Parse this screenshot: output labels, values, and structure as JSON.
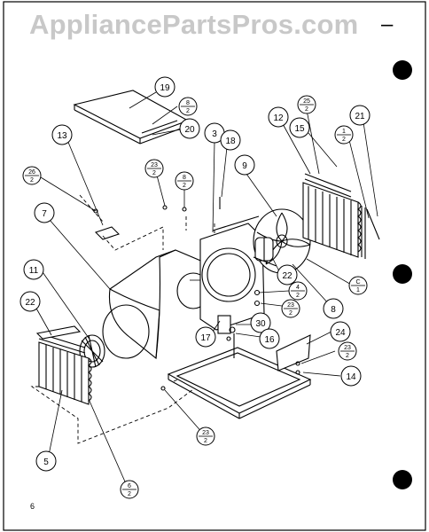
{
  "watermark": "AppliancePartsPros.com",
  "watermark_dash": "–",
  "page_number": "6",
  "callouts": {
    "c19": "19",
    "c20": "20",
    "c3": "3",
    "c18": "18",
    "c12": "12",
    "c15": "15",
    "c21": "21",
    "c13": "13",
    "c7": "7",
    "c9": "9",
    "c11": "11",
    "c22a": "22",
    "c22b": "22",
    "c17": "17",
    "c30": "30",
    "c16": "16",
    "c24": "24",
    "c14": "14",
    "c5": "5",
    "c8": "8"
  },
  "fractions": {
    "f_top_a": {
      "num": "8",
      "den": "2"
    },
    "f_left_26": {
      "num": "26",
      "den": "2"
    },
    "f_23a": {
      "num": "23",
      "den": "2"
    },
    "f_8b": {
      "num": "8",
      "den": "2"
    },
    "f_25": {
      "num": "25",
      "den": "2"
    },
    "f_1": {
      "num": "1",
      "den": "2"
    },
    "f_c1": {
      "num": "C",
      "den": "1"
    },
    "f_4": {
      "num": "4",
      "den": "2"
    },
    "f_23b": {
      "num": "23",
      "den": "2"
    },
    "f_23c": {
      "num": "23",
      "den": "2"
    },
    "f_23d": {
      "num": "23",
      "den": "2"
    },
    "f_6": {
      "num": "6",
      "den": "2"
    }
  },
  "colors": {
    "ink": "#000000",
    "watermark": "#c8c8c8",
    "paper": "#ffffff"
  }
}
